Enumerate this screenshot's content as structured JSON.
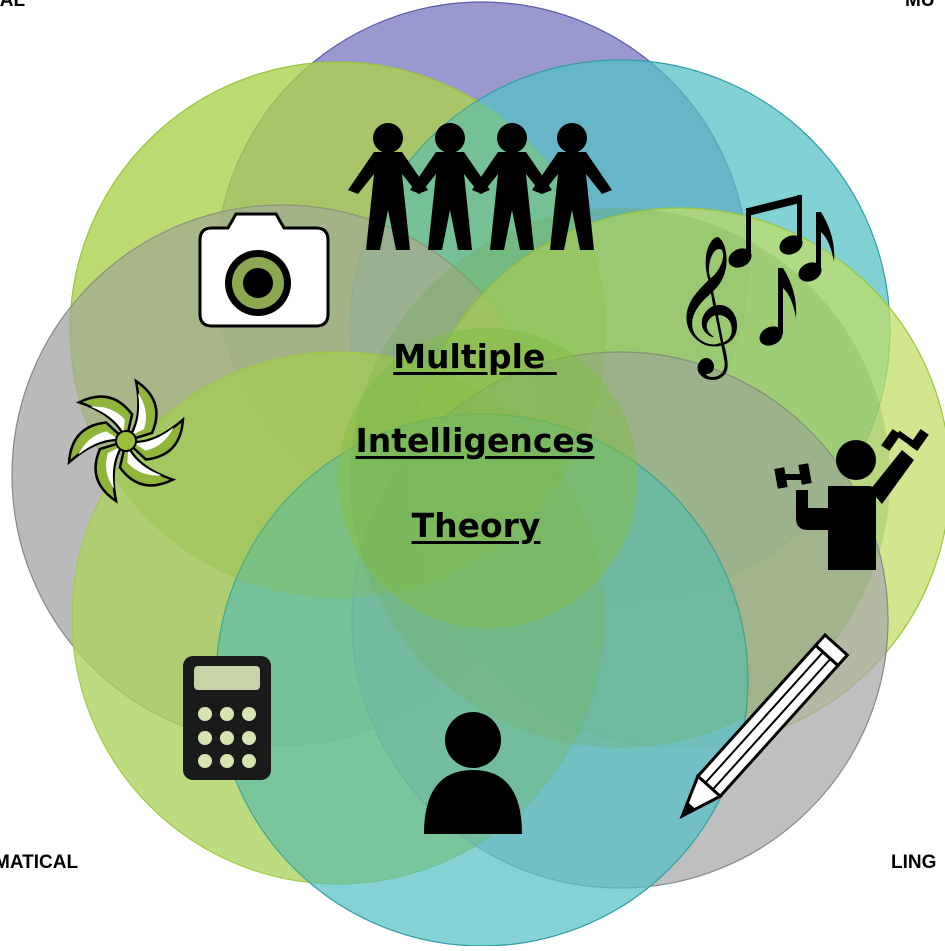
{
  "diagram": {
    "title_lines": [
      "Multiple ",
      "Intelligences",
      "Theory"
    ],
    "corner_labels": {
      "top_left": "UAL",
      "top_right": "MU",
      "bottom_left": "MATICAL",
      "bottom_right": "LING"
    },
    "icons": [
      "people-chain-icon",
      "music-notes-icon",
      "weightlifter-icon",
      "pencil-icon",
      "person-icon",
      "calculator-icon",
      "flower-icon",
      "camera-icon"
    ],
    "colors": {
      "purple": "#8080c4",
      "teal": "#56c0c6",
      "lime": "#b9dd55",
      "grey": "#a9a9a9",
      "green": "#8ac348",
      "light_lime": "#c2de6a"
    }
  }
}
